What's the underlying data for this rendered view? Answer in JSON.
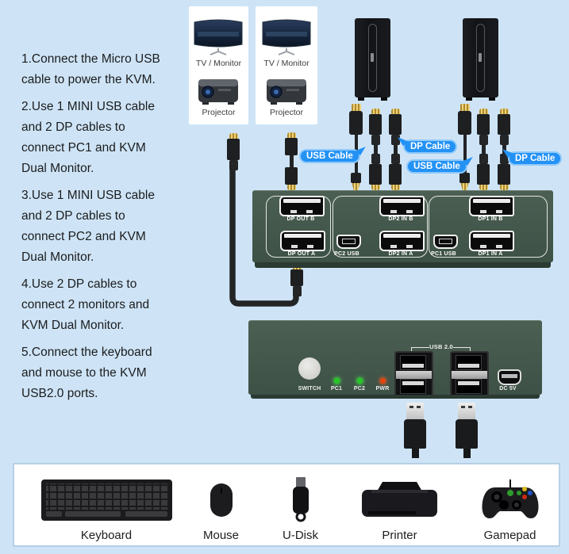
{
  "instructions": {
    "steps": [
      "1.Connect the Micro USB\ncable to power the KVM.",
      "2.Use 1 MINI USB cable\nand 2 DP cables to\nconnect PC1 and KVM\nDual Monitor.",
      "3.Use 1 MINI USB cable\nand 2 DP cables to\nconnect PC2 and KVM\nDual Monitor.",
      "4.Use 2 DP cables to\nconnect 2 monitors and\nKVM Dual Monitor.",
      "5.Connect the keyboard\nand mouse to the KVM\nUSB2.0 ports."
    ]
  },
  "display_cards": [
    {
      "monitor_label": "TV / Monitor",
      "projector_label": "Projector"
    },
    {
      "monitor_label": "TV / Monitor",
      "projector_label": "Projector"
    }
  ],
  "cable_labels": [
    "USB Cable",
    "DP Cable",
    "USB Cable",
    "DP Cable"
  ],
  "kvm_rear": {
    "dp_out_b": "DP OUT B",
    "dp_out_a": "DP OUT A",
    "pc2_usb": "PC2 USB",
    "dp2_in_b": "DP2 IN B",
    "dp2_in_a": "DP2 IN A",
    "pc1_usb": "PC1 USB",
    "dp1_in_b": "DP1 IN B",
    "dp1_in_a": "DP1 IN A"
  },
  "kvm_front": {
    "switch_label": "SWITCH",
    "leds": [
      "PC1",
      "PC2",
      "PWR"
    ],
    "usb_label": "USB 2.0",
    "dc_label": "DC 5V"
  },
  "peripherals": [
    {
      "label": "Keyboard"
    },
    {
      "label": "Mouse"
    },
    {
      "label": "U-Disk"
    },
    {
      "label": "Printer"
    },
    {
      "label": "Gamepad"
    }
  ],
  "colors": {
    "background": "#CEE4F6",
    "bubble_blue": "#2492F5",
    "kvm_green": "#42564B",
    "connector_gold": "#ECD27C",
    "led_green": "#27C627",
    "led_power": "#E6430F"
  }
}
